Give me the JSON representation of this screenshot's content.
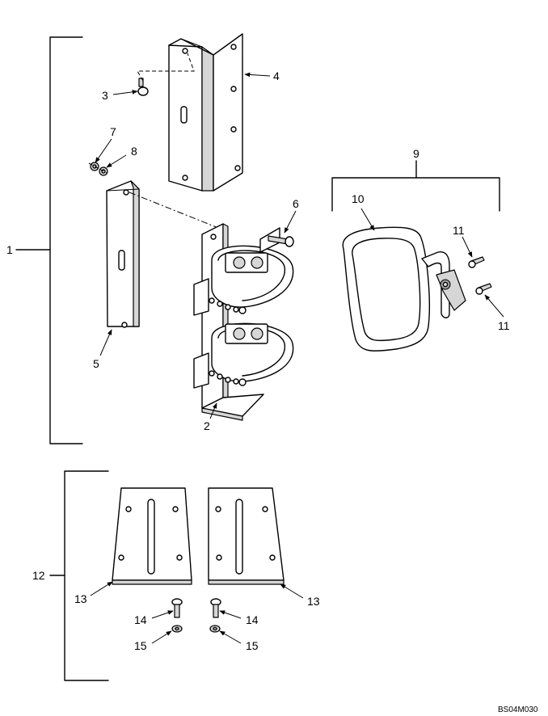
{
  "callouts": {
    "c1": "1",
    "c2": "2",
    "c3": "3",
    "c4": "4",
    "c5": "5",
    "c6": "6",
    "c7": "7",
    "c8": "8",
    "c9": "9",
    "c10": "10",
    "c11a": "11",
    "c11b": "11",
    "c12": "12",
    "c13a": "13",
    "c13b": "13",
    "c14a": "14",
    "c14b": "14",
    "c15a": "15",
    "c15b": "15"
  },
  "drawing_code": "BS04M030"
}
